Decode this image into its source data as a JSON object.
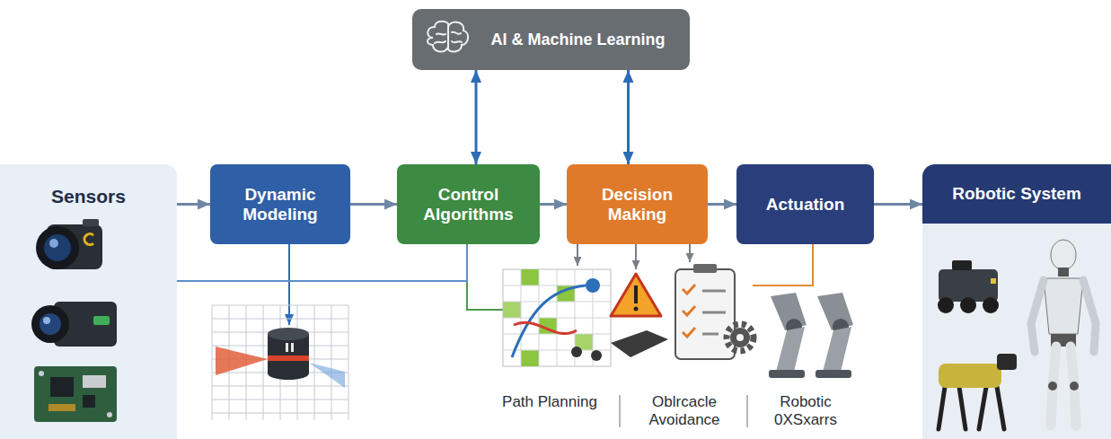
{
  "diagram": {
    "nodes": [
      {
        "text": [
          "AI & Machine Learning"
        ]
      },
      {
        "text": [
          "Sensors"
        ]
      },
      {
        "text": [
          "Dynamic Modeling"
        ]
      },
      {
        "text": [
          "Control Algorithms"
        ]
      },
      {
        "text": [
          "Decision Making"
        ]
      },
      {
        "text": [
          "Actuation"
        ]
      },
      {
        "text": [
          "Robotic System"
        ]
      }
    ],
    "edges": [
      {
        "from": 0,
        "to": 3,
        "arrow": "both"
      },
      {
        "from": 0,
        "to": 4,
        "arrow": "both"
      },
      {
        "from": 1,
        "to": 2,
        "arrow": "to"
      },
      {
        "from": 2,
        "to": 3,
        "arrow": "to"
      },
      {
        "from": 3,
        "to": 4,
        "arrow": "to"
      },
      {
        "from": 4,
        "to": 5,
        "arrow": "to"
      },
      {
        "from": 5,
        "to": 6,
        "arrow": "to"
      },
      {
        "from": 1,
        "to": 3,
        "arrow": "none"
      }
    ],
    "labels": [
      "Path Planning",
      "Oblrcacle Avoidance",
      "Robotic 0XSxarrs"
    ]
  }
}
